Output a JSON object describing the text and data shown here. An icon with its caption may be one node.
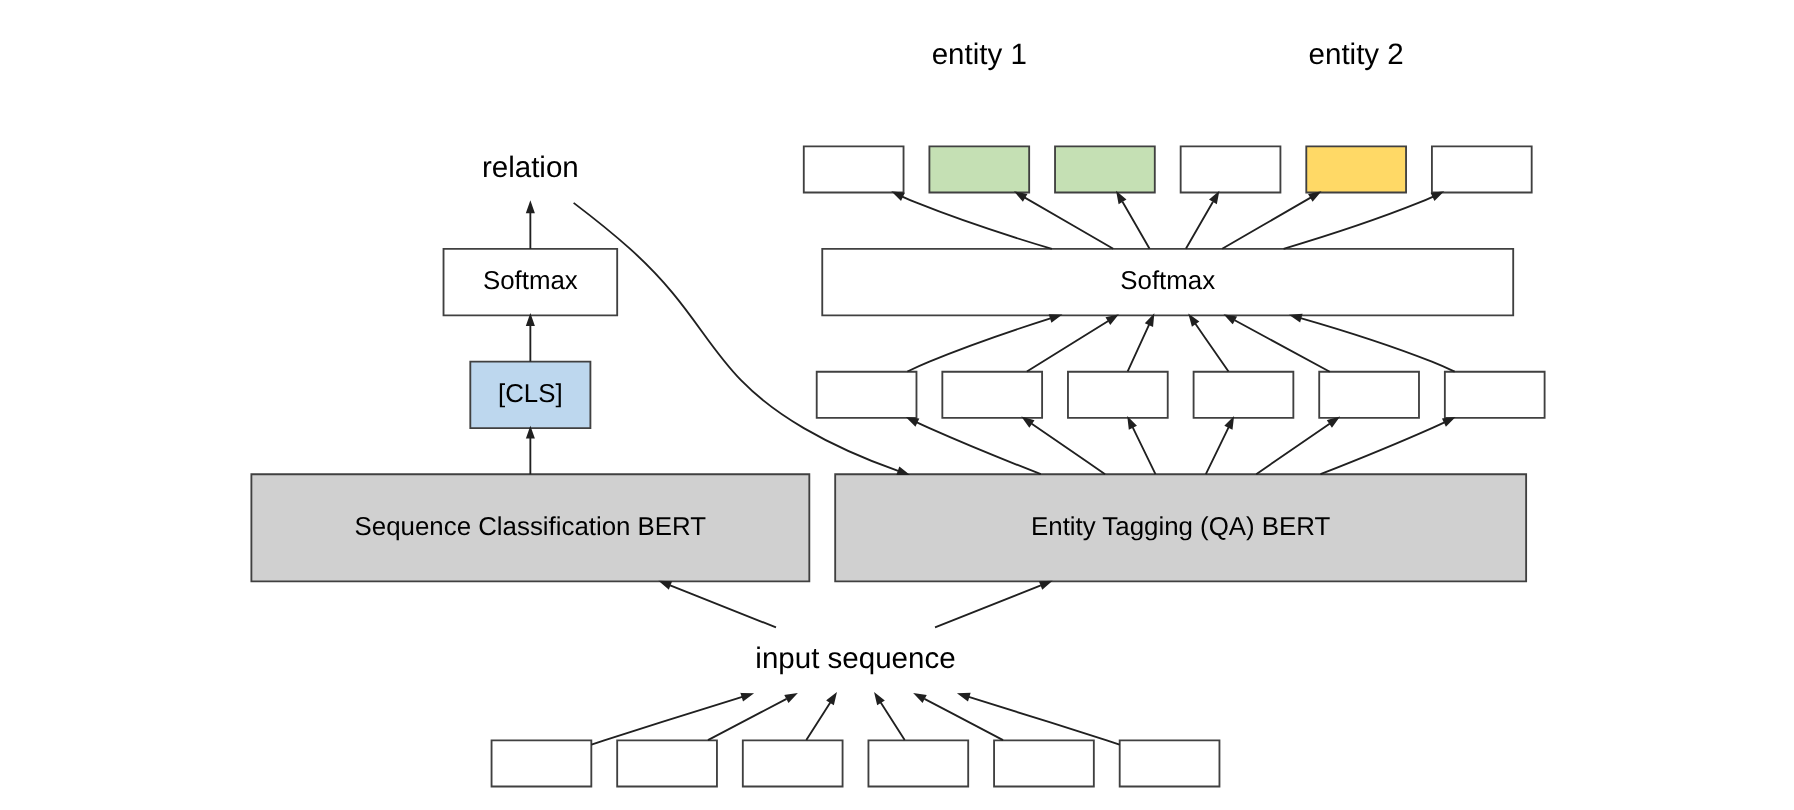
{
  "diagram": {
    "nodes": [
      {
        "text": [
          "relation"
        ]
      },
      {
        "text": [
          "Softmax"
        ]
      },
      {
        "text": [
          "[CLS]"
        ]
      },
      {
        "text": [
          "Sequence Classification BERT"
        ]
      },
      {
        "text": [
          "Entity Tagging (QA) BERT"
        ]
      },
      {
        "text": [
          "input sequence"
        ]
      },
      {
        "text": [],
        "shape": "box"
      },
      {
        "text": [],
        "shape": "box"
      },
      {
        "text": [],
        "shape": "box"
      },
      {
        "text": [],
        "shape": "box"
      },
      {
        "text": [],
        "shape": "box"
      },
      {
        "text": [],
        "shape": "box"
      },
      {
        "text": [],
        "shape": "box"
      },
      {
        "text": [],
        "shape": "box"
      },
      {
        "text": [],
        "shape": "box"
      },
      {
        "text": [],
        "shape": "box"
      },
      {
        "text": [],
        "shape": "box"
      },
      {
        "text": [],
        "shape": "box"
      },
      {
        "text": [
          "Softmax"
        ]
      },
      {
        "text": [],
        "shape": "box"
      },
      {
        "text": [],
        "shape": "box"
      },
      {
        "text": [],
        "shape": "box"
      },
      {
        "text": [],
        "shape": "box"
      },
      {
        "text": [],
        "shape": "box"
      },
      {
        "text": [],
        "shape": "box"
      }
    ],
    "edges": [
      {
        "from": 3,
        "to": 2,
        "arrow": "to"
      },
      {
        "from": 2,
        "to": 1,
        "arrow": "to"
      },
      {
        "from": 1,
        "to": 0,
        "arrow": "to"
      },
      {
        "from": 0,
        "to": 4,
        "arrow": "to"
      },
      {
        "from": 5,
        "to": 3,
        "arrow": "to"
      },
      {
        "from": 5,
        "to": 4,
        "arrow": "to"
      },
      {
        "from": 6,
        "to": 5,
        "arrow": "to"
      },
      {
        "from": 7,
        "to": 5,
        "arrow": "to"
      },
      {
        "from": 8,
        "to": 5,
        "arrow": "to"
      },
      {
        "from": 9,
        "to": 5,
        "arrow": "to"
      },
      {
        "from": 10,
        "to": 5,
        "arrow": "to"
      },
      {
        "from": 11,
        "to": 5,
        "arrow": "to"
      },
      {
        "from": 4,
        "to": 12,
        "arrow": "to"
      },
      {
        "from": 4,
        "to": 13,
        "arrow": "to"
      },
      {
        "from": 4,
        "to": 14,
        "arrow": "to"
      },
      {
        "from": 4,
        "to": 15,
        "arrow": "to"
      },
      {
        "from": 4,
        "to": 16,
        "arrow": "to"
      },
      {
        "from": 4,
        "to": 17,
        "arrow": "to"
      },
      {
        "from": 12,
        "to": 18,
        "arrow": "to"
      },
      {
        "from": 13,
        "to": 18,
        "arrow": "to"
      },
      {
        "from": 14,
        "to": 18,
        "arrow": "to"
      },
      {
        "from": 15,
        "to": 18,
        "arrow": "to"
      },
      {
        "from": 16,
        "to": 18,
        "arrow": "to"
      },
      {
        "from": 17,
        "to": 18,
        "arrow": "to"
      },
      {
        "from": 18,
        "to": 19,
        "arrow": "to"
      },
      {
        "from": 18,
        "to": 20,
        "arrow": "to"
      },
      {
        "from": 18,
        "to": 21,
        "arrow": "to"
      },
      {
        "from": 18,
        "to": 22,
        "arrow": "to"
      },
      {
        "from": 18,
        "to": 23,
        "arrow": "to"
      },
      {
        "from": 18,
        "to": 24,
        "arrow": "to"
      }
    ],
    "labels": [
      "entity 1",
      "entity 2"
    ]
  }
}
